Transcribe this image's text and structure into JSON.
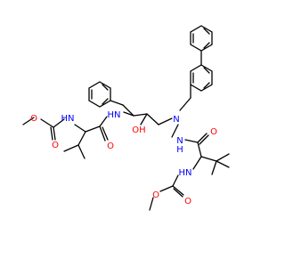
{
  "molecule": {
    "colors": {
      "bond": "#000000",
      "oxygen": "#ff0000",
      "nitrogen": "#0000ff"
    },
    "atom_labels": [
      {
        "id": "o-carbamate1-methoxy",
        "text": "O",
        "element": "O"
      },
      {
        "id": "o-carbamate1-carbonyl",
        "text": "O",
        "element": "O"
      },
      {
        "id": "nh-carbamate1",
        "text": "HN",
        "element": "N"
      },
      {
        "id": "o-valine-carbonyl",
        "text": "O",
        "element": "O"
      },
      {
        "id": "nh-amide",
        "text": "HN",
        "element": "N"
      },
      {
        "id": "oh-hydroxyl",
        "text": "OH",
        "element": "O"
      },
      {
        "id": "n-hydrazine1",
        "text": "N",
        "element": "N"
      },
      {
        "id": "n-hydrazine2",
        "text": "N",
        "element": "N"
      },
      {
        "id": "h-hydrazine2",
        "text": "H",
        "element": "N"
      },
      {
        "id": "o-tleucine-carbonyl",
        "text": "O",
        "element": "O"
      },
      {
        "id": "nh-carbamate2",
        "text": "HN",
        "element": "N"
      },
      {
        "id": "o-carbamate2-carbonyl",
        "text": "O",
        "element": "O"
      },
      {
        "id": "o-carbamate2-methoxy",
        "text": "O",
        "element": "O"
      }
    ]
  }
}
